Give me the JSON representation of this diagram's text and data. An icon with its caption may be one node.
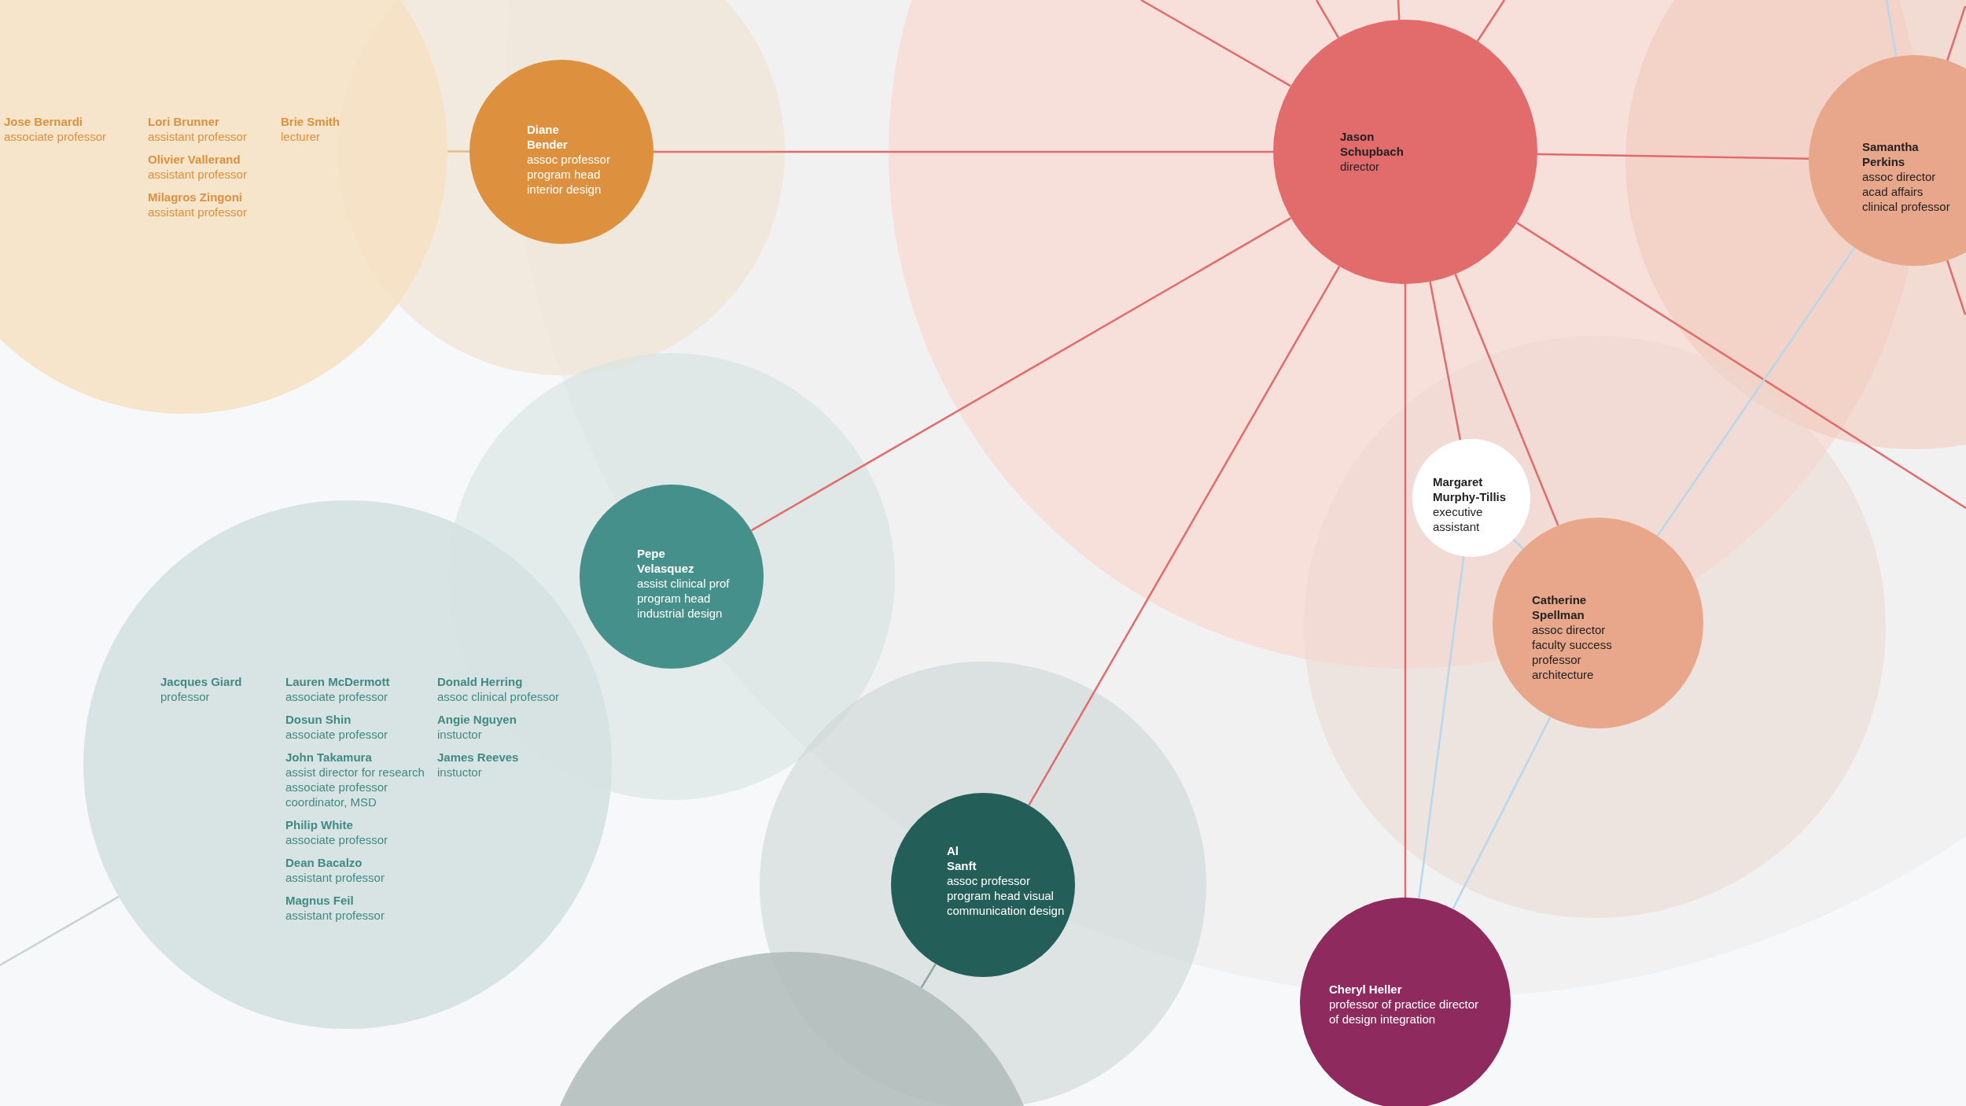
{
  "diagram": {
    "nodes": [
      {
        "text": [
          "Jose Bernardi",
          "associate professor",
          "Lori Brunner",
          "assistant professor",
          "Olivier Vallerand",
          "assistant professor",
          "Milagros Zingoni",
          "assistant professor",
          "Brie Smith",
          "lecturer"
        ]
      },
      {
        "text": [
          "Diane Bender",
          "assoc professor program head interior design"
        ]
      },
      {
        "text": [
          "Jason Schupbach",
          "director"
        ]
      },
      {
        "text": [
          "Samantha Perkins",
          "assoc director acad affairs clinical professor"
        ]
      },
      {
        "text": [
          "Margaret Murphy-Tillis",
          "executive assistant"
        ]
      },
      {
        "text": [
          "Pepe Velasquez",
          "assist clinical prof program head industrial design"
        ]
      },
      {
        "text": [
          "Catherine Spellman",
          "assoc director faculty success professor architecture"
        ]
      },
      {
        "text": [
          "Jacques Giard",
          "professor",
          "Lauren McDermott",
          "associate professor",
          "Dosun Shin",
          "associate professor",
          "John Takamura",
          "assist director for research associate professor coordinator, MSD",
          "Philip White",
          "associate professor",
          "Dean Bacalzo",
          "assistant professor",
          "Magnus Feil",
          "assistant professor",
          "Donald Herring",
          "assoc clinical professor",
          "Angie Nguyen",
          "instuctor",
          "James Reeves",
          "instuctor"
        ]
      },
      {
        "text": [
          "Al Sanft",
          "assoc professor program head visual communication design"
        ]
      },
      {
        "text": [
          "Cheryl Heller",
          "professor of practice director of design integration"
        ]
      },
      {
        "text": [],
        "shape": "circle"
      }
    ],
    "edges": [
      {
        "from": 1,
        "to": 0,
        "arrow": "none",
        "color": "#e9b987"
      },
      {
        "from": 2,
        "to": 1,
        "arrow": "none"
      },
      {
        "from": 2,
        "to": 3,
        "arrow": "none"
      },
      {
        "from": 2,
        "to": 4,
        "arrow": "none"
      },
      {
        "from": 2,
        "to": 5,
        "arrow": "none"
      },
      {
        "from": 2,
        "to": 6,
        "arrow": "none"
      },
      {
        "from": 2,
        "to": 8,
        "arrow": "none"
      },
      {
        "from": 2,
        "to": 9,
        "arrow": "none"
      },
      {
        "from": 2,
        "to": null,
        "arrow": "none"
      },
      {
        "from": 2,
        "to": null,
        "arrow": "none"
      },
      {
        "from": 2,
        "to": null,
        "arrow": "none"
      },
      {
        "from": 2,
        "to": null,
        "arrow": "none"
      },
      {
        "from": 2,
        "to": null,
        "arrow": "none"
      },
      {
        "from": 3,
        "to": null,
        "arrow": "none"
      },
      {
        "from": 3,
        "to": null,
        "arrow": "none"
      },
      {
        "from": 6,
        "to": 3,
        "arrow": "none",
        "color": "#b7d7ec"
      },
      {
        "from": 4,
        "to": 6,
        "arrow": "none",
        "color": "#b7d7ec"
      },
      {
        "from": 4,
        "to": 9,
        "arrow": "none",
        "color": "#b7d7ec"
      },
      {
        "from": 6,
        "to": 9,
        "arrow": "none",
        "color": "#b7d7ec"
      },
      {
        "from": 8,
        "to": 10,
        "arrow": "none",
        "color": "#8fa3a0"
      },
      {
        "from": 7,
        "to": null,
        "arrow": "none",
        "color": "#c9d3d2"
      },
      {
        "from": 3,
        "to": null,
        "arrow": "none",
        "color": "#b7d7ec"
      }
    ]
  }
}
